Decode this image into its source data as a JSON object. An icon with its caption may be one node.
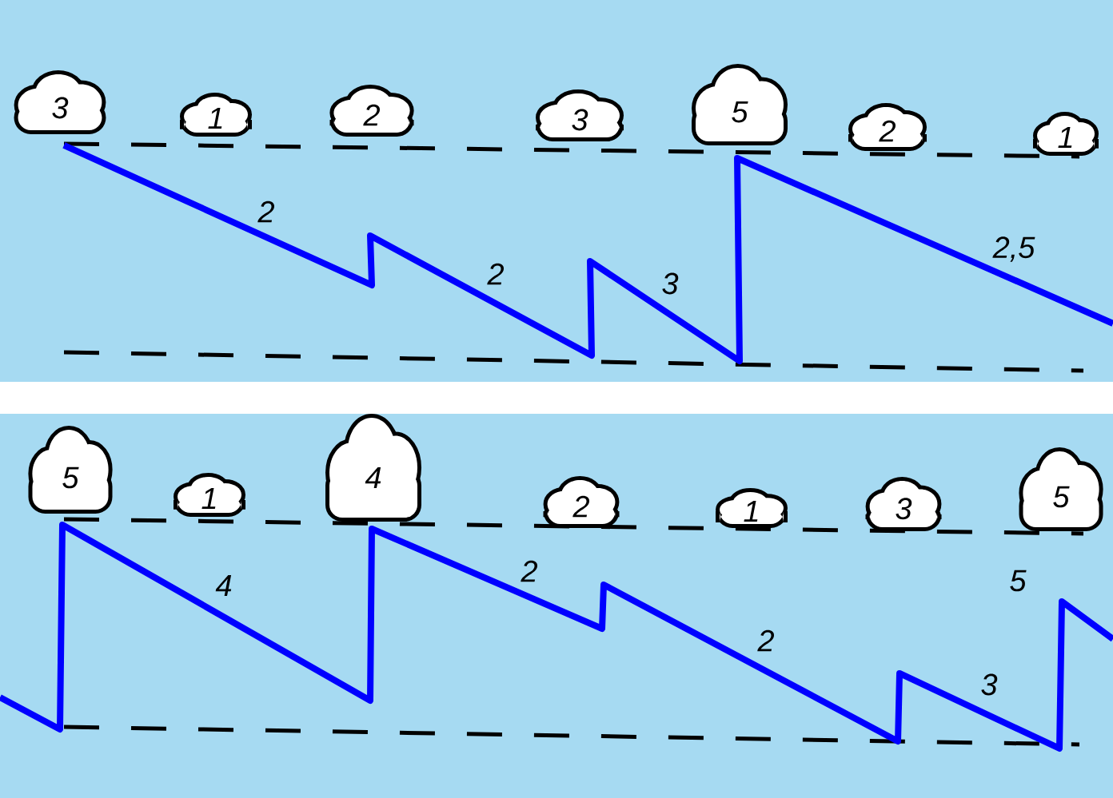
{
  "diagram": {
    "nodes": [
      {
        "text": [
          "3"
        ]
      },
      {
        "text": [
          "1"
        ]
      },
      {
        "text": [
          "2"
        ]
      },
      {
        "text": [
          "3"
        ]
      },
      {
        "text": [
          "5"
        ]
      },
      {
        "text": [
          "2"
        ]
      },
      {
        "text": [
          "1"
        ]
      },
      {
        "text": [
          "5"
        ]
      },
      {
        "text": [
          "1"
        ]
      },
      {
        "text": [
          "4"
        ]
      },
      {
        "text": [
          "2"
        ]
      },
      {
        "text": [
          "1"
        ]
      },
      {
        "text": [
          "3"
        ]
      },
      {
        "text": [
          "5"
        ]
      }
    ],
    "labels": [
      "2",
      "2",
      "3",
      "2,5",
      "4",
      "2",
      "2",
      "3",
      "5"
    ]
  }
}
